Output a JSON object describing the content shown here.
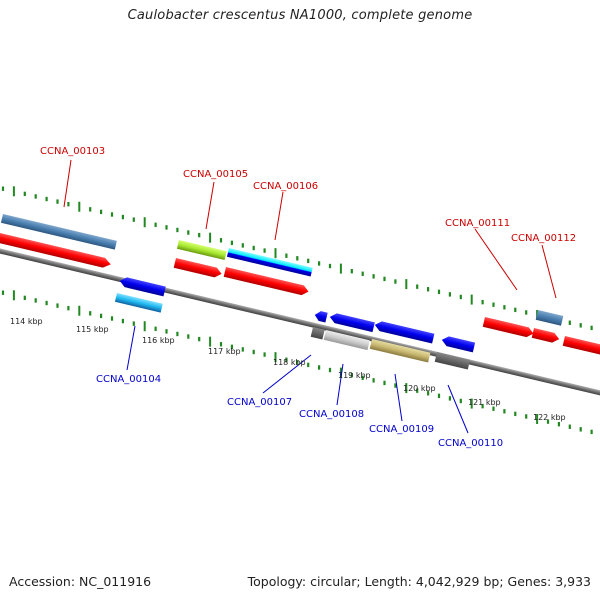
{
  "title": "Caulobacter crescentus NA1000, complete genome",
  "accession": "Accession: NC_011916",
  "summary": "Topology: circular; Length: 4,042,929 bp; Genes: 3,933",
  "colors": {
    "forward_label": "#cc0000",
    "reverse_label": "#0000cc",
    "tick": "#228822",
    "backbone": "#808080"
  },
  "kbp_ticks": [
    "114 kbp",
    "115 kbp",
    "116 kbp",
    "117 kbp",
    "118 kbp",
    "119 kbp",
    "120 kbp",
    "121 kbp",
    "122 kbp"
  ],
  "gene_labels": [
    {
      "name": "CCNA_00103",
      "strand": "forward"
    },
    {
      "name": "CCNA_00104",
      "strand": "reverse"
    },
    {
      "name": "CCNA_00105",
      "strand": "forward"
    },
    {
      "name": "CCNA_00106",
      "strand": "forward"
    },
    {
      "name": "CCNA_00107",
      "strand": "reverse"
    },
    {
      "name": "CCNA_00108",
      "strand": "reverse"
    },
    {
      "name": "CCNA_00109",
      "strand": "reverse"
    },
    {
      "name": "CCNA_00110",
      "strand": "reverse"
    },
    {
      "name": "CCNA_00111",
      "strand": "forward"
    },
    {
      "name": "CCNA_00112",
      "strand": "forward"
    }
  ]
}
